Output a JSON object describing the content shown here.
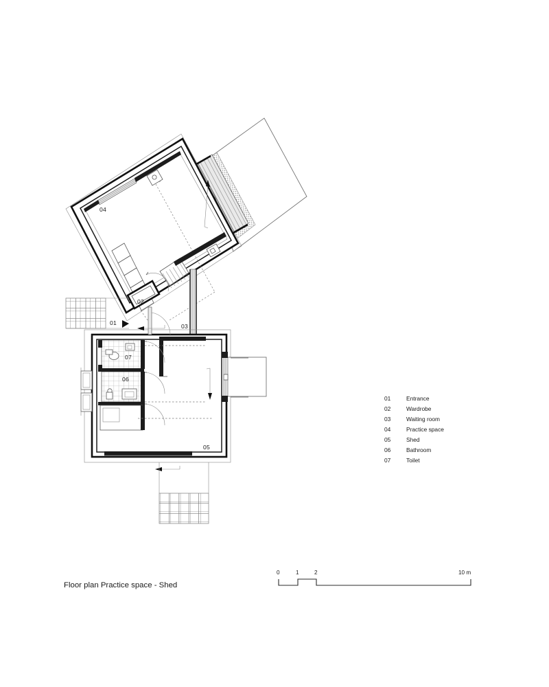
{
  "drawing": {
    "caption": "Floor plan Practice space - Shed",
    "background_color": "#ffffff",
    "line_color": "#111111",
    "type": "architectural-floor-plan"
  },
  "legend": {
    "items": [
      {
        "num": "01",
        "label": "Entrance"
      },
      {
        "num": "02",
        "label": "Wardrobe"
      },
      {
        "num": "03",
        "label": "Waiting room"
      },
      {
        "num": "04",
        "label": "Practice space"
      },
      {
        "num": "05",
        "label": "Shed"
      },
      {
        "num": "06",
        "label": "Bathroom"
      },
      {
        "num": "07",
        "label": "Toilet"
      }
    ]
  },
  "plan_labels": {
    "entrance": "01",
    "wardrobe": "02",
    "waiting_room": "03",
    "practice_space": "04",
    "shed": "05",
    "bathroom": "06",
    "toilet": "07"
  },
  "scale_bar": {
    "ticks": [
      "0",
      "1",
      "2"
    ],
    "end_label": "10 m",
    "unit": "m",
    "max_value": 10
  }
}
